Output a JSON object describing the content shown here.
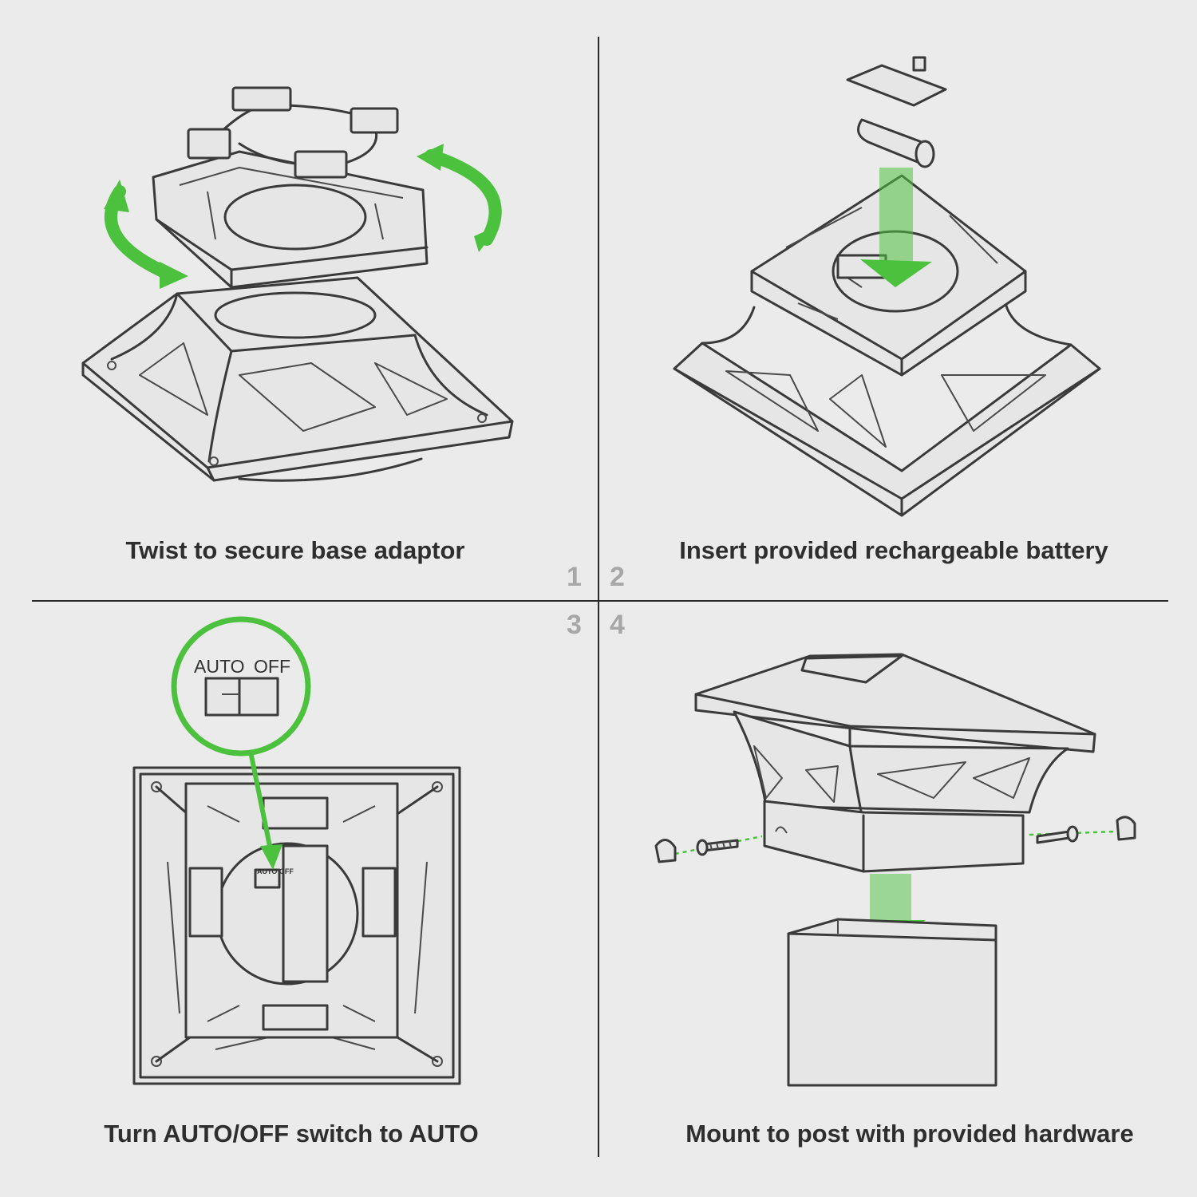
{
  "steps": [
    {
      "number": "1",
      "caption": "Twist to secure base adaptor",
      "icon": "twist-arrows-icon"
    },
    {
      "number": "2",
      "caption": "Insert provided rechargeable battery",
      "icon": "battery-icon"
    },
    {
      "number": "3",
      "caption": "Turn AUTO/OFF switch to AUTO",
      "icon": "switch-callout-icon"
    },
    {
      "number": "4",
      "caption": "Mount to post with provided hardware",
      "icon": "screw-icon"
    }
  ],
  "switch_labels": {
    "auto": "AUTO",
    "off": "OFF",
    "small": "AUTO OFF"
  },
  "colors": {
    "background": "#ebebeb",
    "accent": "#4cc13e",
    "line": "#3a3a3a",
    "number": "#a7a7a7"
  }
}
